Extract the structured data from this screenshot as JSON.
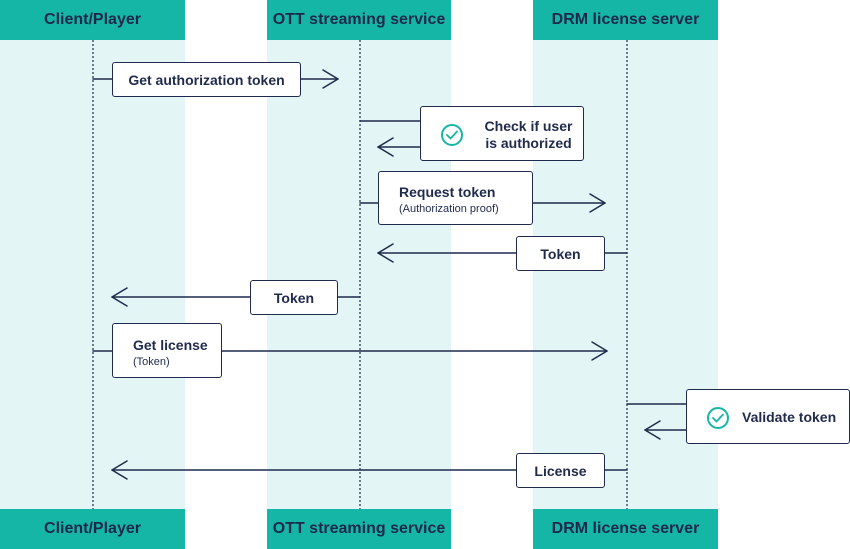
{
  "lanes": {
    "client": "Client/Player",
    "ott": "OTT streaming service",
    "drm": "DRM license server"
  },
  "messages": {
    "get_auth_token": "Get authorization token",
    "check_user_line1": "Check if user",
    "check_user_line2": "is authorized",
    "request_token": "Request token",
    "request_token_sub": "(Authorization proof)",
    "token_from_drm": "Token",
    "token_to_client": "Token",
    "get_license": "Get license",
    "get_license_sub": "(Token)",
    "validate_token": "Validate token",
    "license": "License"
  },
  "colors": {
    "accent": "#16b6a6",
    "lane_bg": "#e3f5f4",
    "ink": "#1f2a4d"
  }
}
